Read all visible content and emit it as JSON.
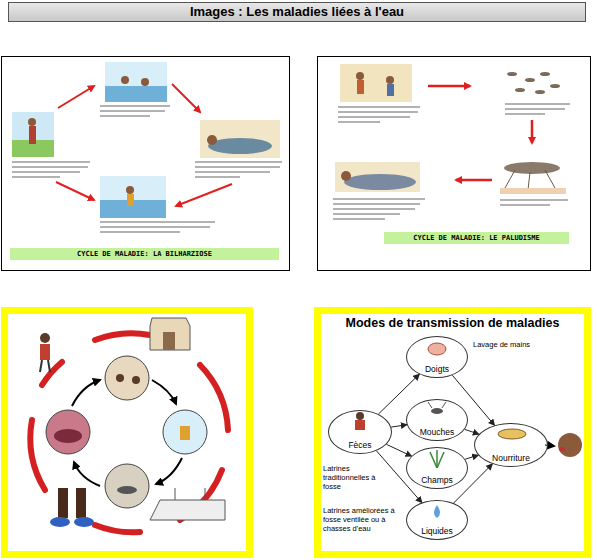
{
  "diagram": {
    "title": "Images : Les maladies liées à l'eau",
    "nodes": [
      {
        "text": [
          "CYCLE DE MALADIE:  LA BILHARZIOSE"
        ]
      },
      {
        "text": [
          "CYCLE DE MALADIE:  LE PALUDISME"
        ]
      },
      {
        "text": [
          "Modes de transmission de maladies"
        ]
      },
      {
        "text": [
          "Fèces"
        ],
        "in": 2
      },
      {
        "text": [
          "Doigts"
        ],
        "in": 2
      },
      {
        "text": [
          "Mouches"
        ],
        "in": 2
      },
      {
        "text": [
          "Champs"
        ],
        "in": 2
      },
      {
        "text": [
          "Liquides"
        ],
        "in": 2
      },
      {
        "text": [
          "Nourriture"
        ],
        "in": 2
      }
    ],
    "edges": [
      {
        "from": 3,
        "to": 4,
        "arrow": "to"
      },
      {
        "from": 3,
        "to": 5,
        "arrow": "to"
      },
      {
        "from": 3,
        "to": 6,
        "arrow": "to"
      },
      {
        "from": 3,
        "to": 7,
        "arrow": "to"
      },
      {
        "from": 4,
        "to": 8,
        "arrow": "to"
      },
      {
        "from": 5,
        "to": 8,
        "arrow": "to"
      },
      {
        "from": 6,
        "to": 8,
        "arrow": "to"
      },
      {
        "from": 7,
        "to": 8,
        "arrow": "to"
      }
    ],
    "labels": [
      "Lavage de mains",
      "Latrines traditionnelles à fosse",
      "Latrines améliorées à fosse ventilée ou à chasses d'eau"
    ]
  }
}
